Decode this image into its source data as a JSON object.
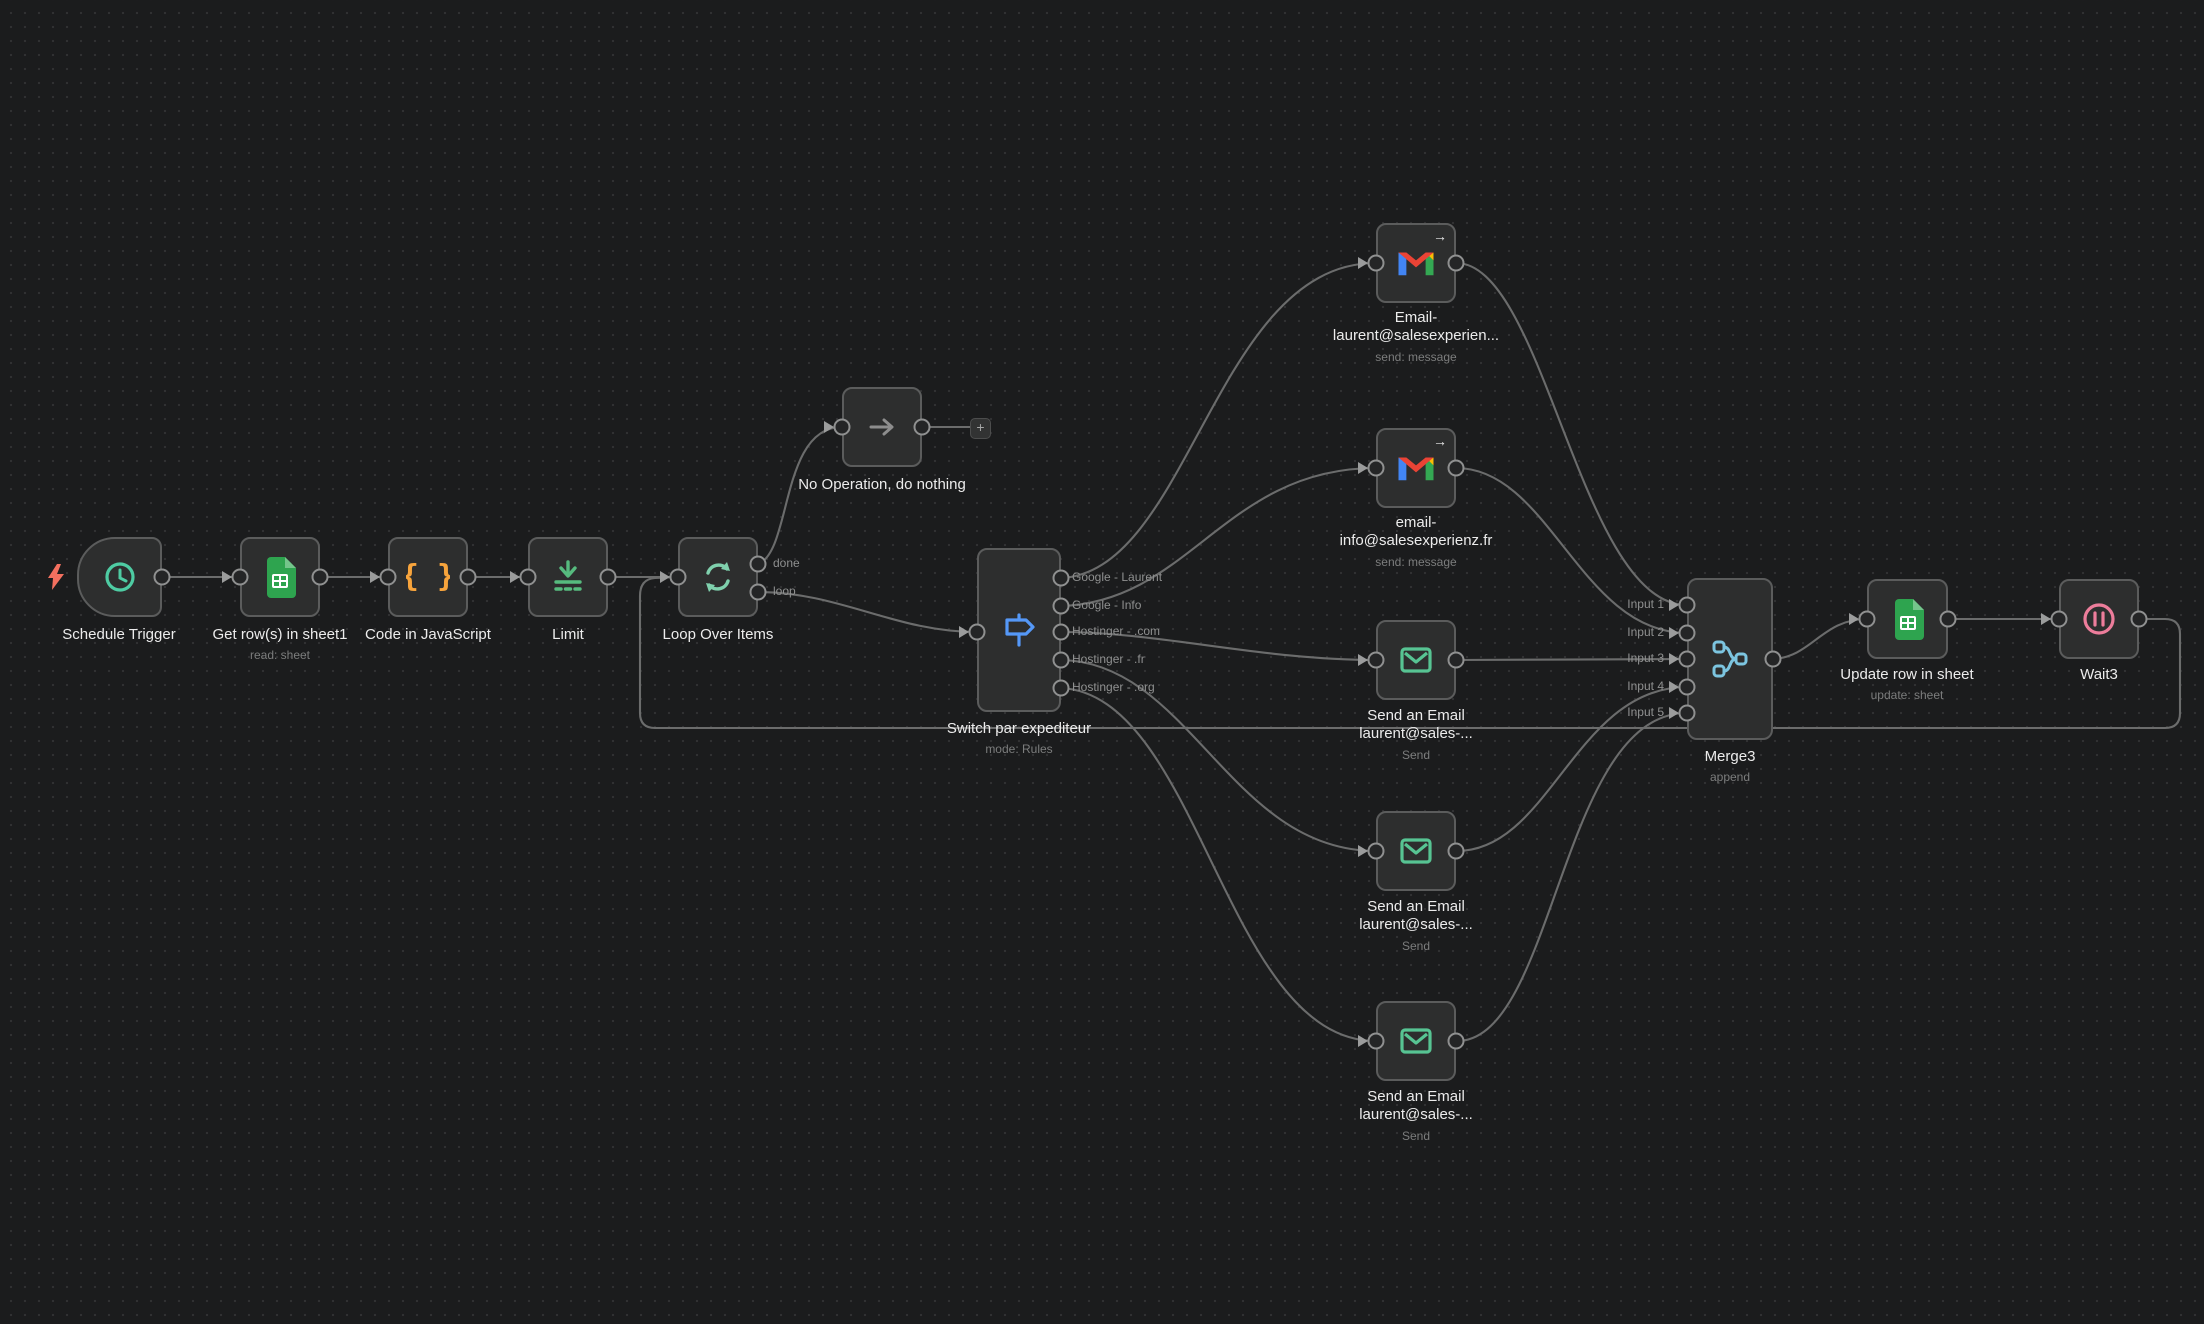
{
  "workflow": {
    "nodes": [
      {
        "name": "Schedule Trigger"
      },
      {
        "name": "Get row(s) in sheet1",
        "subtitle": "read: sheet"
      },
      {
        "name": "Code in JavaScript"
      },
      {
        "name": "Limit"
      },
      {
        "name": "Loop Over Items",
        "outputs": [
          "done",
          "loop"
        ]
      },
      {
        "name": "No Operation, do nothing"
      },
      {
        "name": "Switch par expediteur",
        "subtitle": "mode: Rules",
        "outputs": [
          "Google - Laurent",
          "Google - Info",
          "Hostinger - .com",
          "Hostinger - .fr",
          "Hostinger - .org"
        ]
      },
      {
        "name": "Email-\nlaurent@salesexperien...",
        "subtitle": "send: message"
      },
      {
        "name": "email-\ninfo@salesexperienz.fr",
        "subtitle": "send: message"
      },
      {
        "name": "Send an Email\nlaurent@sales-...",
        "subtitle": "Send"
      },
      {
        "name": "Send an Email\nlaurent@sales-...",
        "subtitle": "Send"
      },
      {
        "name": "Send an Email\nlaurent@sales-...",
        "subtitle": "Send"
      },
      {
        "name": "Merge3",
        "subtitle": "append",
        "inputs": [
          "Input 1",
          "Input 2",
          "Input 3",
          "Input 4",
          "Input 5"
        ]
      },
      {
        "name": "Update row in sheet",
        "subtitle": "update: sheet"
      },
      {
        "name": "Wait3"
      }
    ],
    "add_button_label": "+",
    "badge_arrow": "→"
  },
  "colors": {
    "canvas_bg": "#1b1c1d",
    "node_bg": "#2d2e2e",
    "node_border": "#5b5c5c",
    "wire": "#6b6c6c",
    "trigger_clock": "#4ecca3",
    "sheets_green": "#2ea44f",
    "code_orange": "#f7a43c",
    "limit_green": "#56bb7e",
    "loop_teal": "#7fd0ad",
    "switch_blue": "#5598f7",
    "envelope_teal": "#57c493",
    "merge_blue": "#7cc5e0",
    "wait_pink": "#ed7d9b",
    "bolt_red": "#f4705f"
  }
}
